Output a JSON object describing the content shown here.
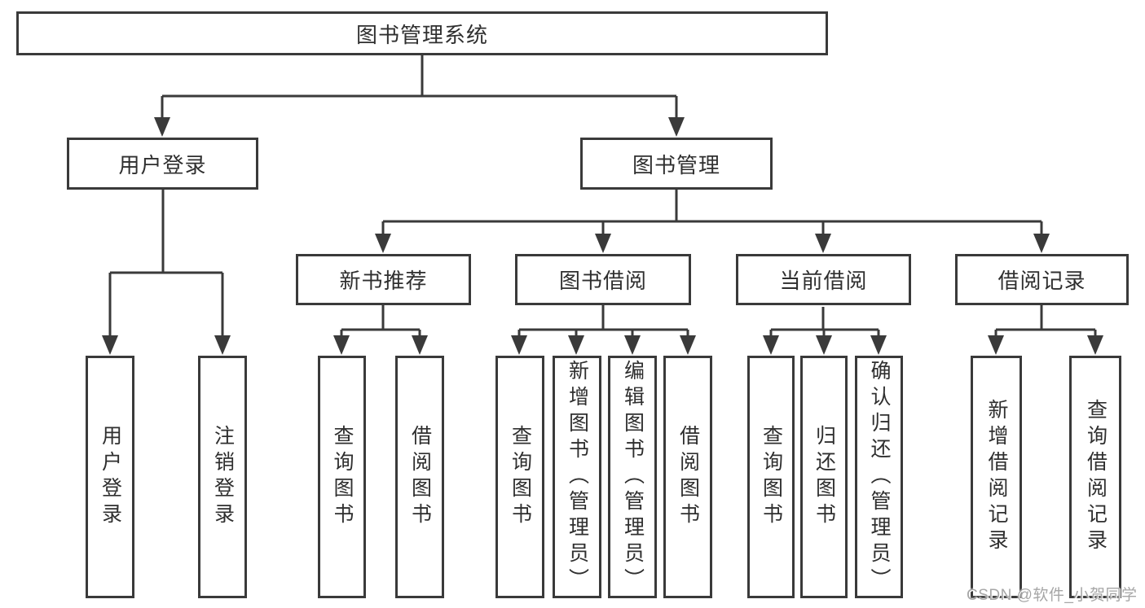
{
  "colors": {
    "line": "#3a3a3a",
    "text": "#2f2f2f",
    "box-fill": "#ffffff",
    "watermark": "#a6a6a6"
  },
  "tree": {
    "label": "图书管理系统",
    "children": [
      {
        "label": "用户登录",
        "children": [
          {
            "label": "用户登录"
          },
          {
            "label": "注销登录"
          }
        ]
      },
      {
        "label": "图书管理",
        "children": [
          {
            "label": "新书推荐",
            "children": [
              {
                "label": "查询图书"
              },
              {
                "label": "借阅图书"
              }
            ]
          },
          {
            "label": "图书借阅",
            "children": [
              {
                "label": "查询图书"
              },
              {
                "label": "新增图书（管理员）"
              },
              {
                "label": "编辑图书（管理员）"
              },
              {
                "label": "借阅图书"
              }
            ]
          },
          {
            "label": "当前借阅",
            "children": [
              {
                "label": "查询图书"
              },
              {
                "label": "归还图书"
              },
              {
                "label": "确认归还（管理员）"
              }
            ]
          },
          {
            "label": "借阅记录",
            "children": [
              {
                "label": "新增借阅记录"
              },
              {
                "label": "查询借阅记录"
              }
            ]
          }
        ]
      }
    ]
  },
  "watermark": {
    "text": "CSDN @软件_小贺同学"
  }
}
